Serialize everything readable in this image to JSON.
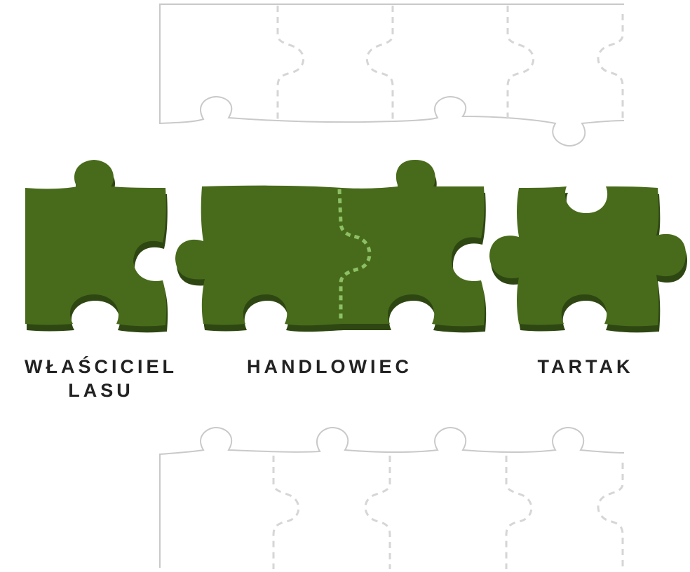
{
  "colors": {
    "piece_fill": "#486b1b",
    "piece_shadow": "#2e4712",
    "piece_join_line": "#8dc065",
    "outline_grey": "#c9c9c9",
    "dash_grey": "#d6d6d6",
    "label_text": "#222222",
    "background": "#ffffff"
  },
  "pieces": [
    {
      "id": "owner",
      "label_lines": [
        "WŁAŚCICIEL",
        "LASU"
      ]
    },
    {
      "id": "trader",
      "label_lines": [
        "HANDLOWIEC"
      ]
    },
    {
      "id": "mill",
      "label_lines": [
        "TARTAK"
      ]
    }
  ]
}
